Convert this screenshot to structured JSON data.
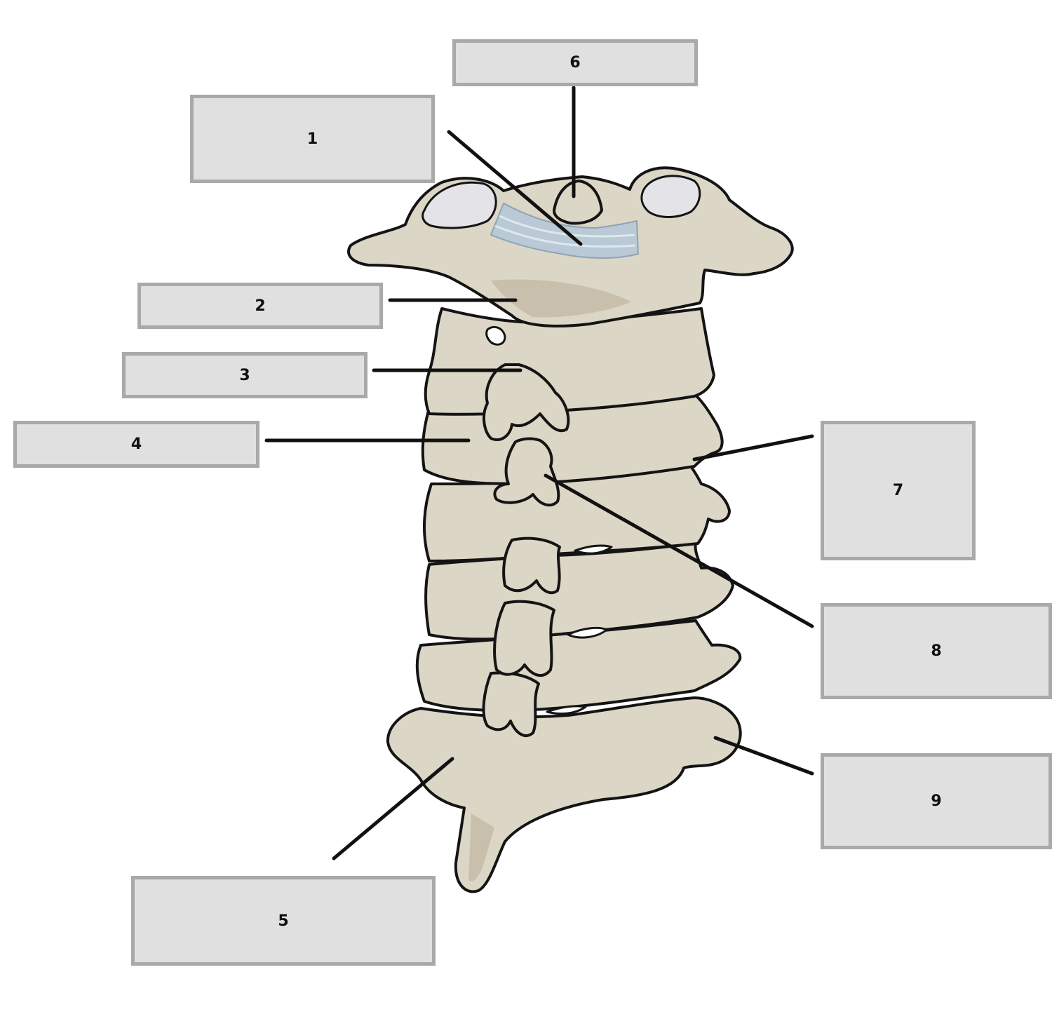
{
  "labels": [
    {
      "id": "1",
      "text": "1"
    },
    {
      "id": "2",
      "text": "2"
    },
    {
      "id": "3",
      "text": "3"
    },
    {
      "id": "4",
      "text": "4"
    },
    {
      "id": "5",
      "text": "5"
    },
    {
      "id": "6",
      "text": "6"
    },
    {
      "id": "7",
      "text": "7"
    },
    {
      "id": "8",
      "text": "8"
    },
    {
      "id": "9",
      "text": "9"
    }
  ],
  "colors": {
    "bone": "#dcd6c6",
    "bone_shadow": "#c8c0ac",
    "outline": "#141414",
    "ligament": "#b9c9d6",
    "facet": "#e4e4e8",
    "box_fill": "#e0e0e0",
    "box_border": "#a9a9a9",
    "leader": "#111111"
  },
  "illustration": "cervical vertebral column, posterolateral view"
}
